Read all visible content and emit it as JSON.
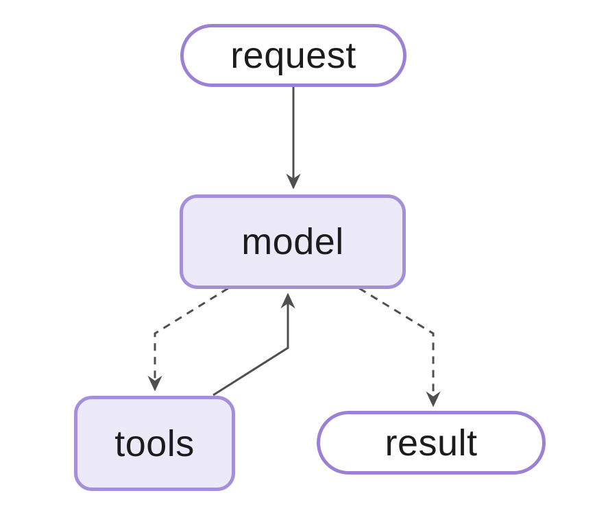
{
  "diagram": {
    "type": "flowchart",
    "background": "#ffffff",
    "nodes": [
      {
        "id": "request",
        "label": "request",
        "shape": "stadium",
        "fill": "#ffffff",
        "stroke": "#9b80d6"
      },
      {
        "id": "model",
        "label": "model",
        "shape": "rounded-rect",
        "fill": "#ece9f8",
        "stroke": "#a58fd8"
      },
      {
        "id": "tools",
        "label": "tools",
        "shape": "rounded-rect",
        "fill": "#ece9f8",
        "stroke": "#a58fd8"
      },
      {
        "id": "result",
        "label": "result",
        "shape": "stadium",
        "fill": "#ffffff",
        "stroke": "#9b80d6"
      }
    ],
    "edges": [
      {
        "from": "request",
        "to": "model",
        "style": "solid",
        "arrowhead": "filled"
      },
      {
        "from": "model",
        "to": "tools",
        "style": "dashed",
        "arrowhead": "filled"
      },
      {
        "from": "tools",
        "to": "model",
        "style": "solid",
        "arrowhead": "filled"
      },
      {
        "from": "model",
        "to": "result",
        "style": "dashed",
        "arrowhead": "filled"
      }
    ],
    "colors": {
      "edge": "#4f4f4f",
      "stadium_stroke": "#9b80d6",
      "stadium_fill": "#ffffff",
      "rect_stroke": "#a58fd8",
      "rect_fill": "#ece9f8",
      "text": "#1c1c1c"
    }
  }
}
